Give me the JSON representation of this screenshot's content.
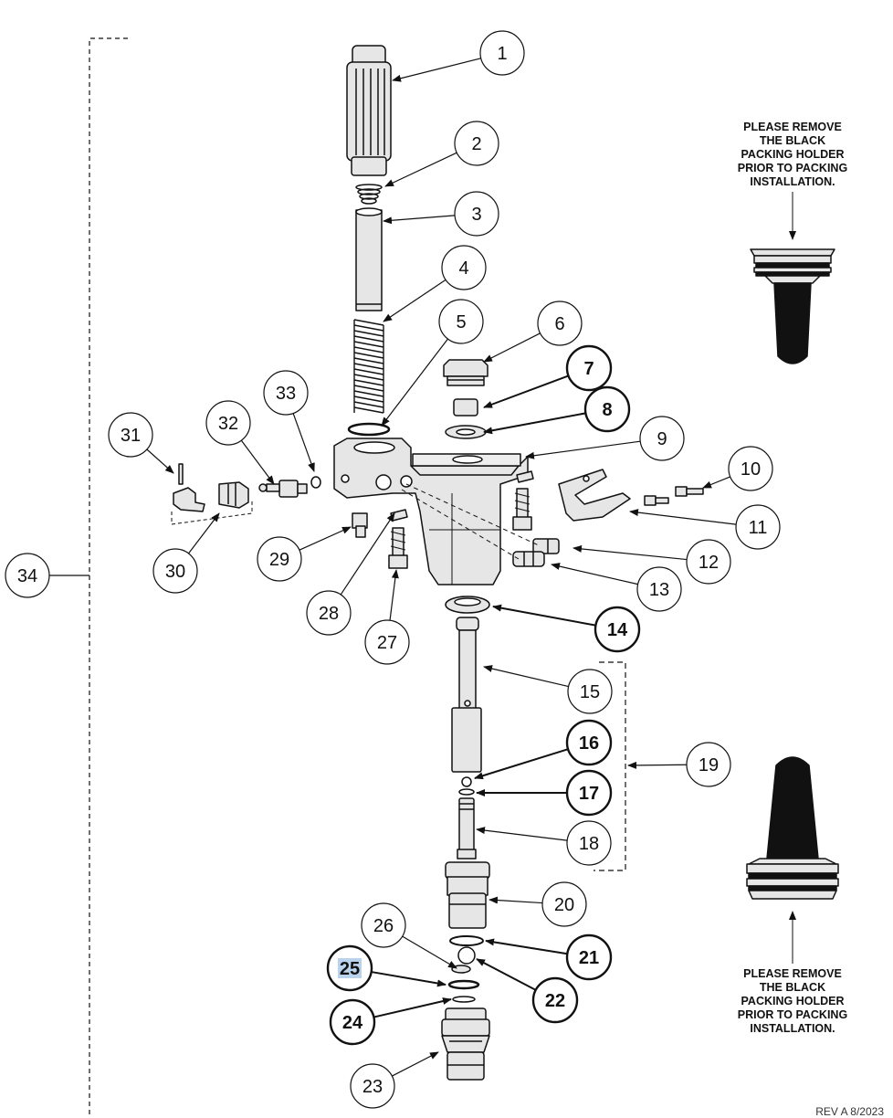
{
  "callouts": [
    {
      "label": "1",
      "bold": false
    },
    {
      "label": "2",
      "bold": false
    },
    {
      "label": "3",
      "bold": false
    },
    {
      "label": "4",
      "bold": false
    },
    {
      "label": "5",
      "bold": false
    },
    {
      "label": "6",
      "bold": false
    },
    {
      "label": "7",
      "bold": true
    },
    {
      "label": "8",
      "bold": true
    },
    {
      "label": "9",
      "bold": false
    },
    {
      "label": "10",
      "bold": false
    },
    {
      "label": "11",
      "bold": false
    },
    {
      "label": "12",
      "bold": false
    },
    {
      "label": "13",
      "bold": false
    },
    {
      "label": "14",
      "bold": true
    },
    {
      "label": "15",
      "bold": false
    },
    {
      "label": "16",
      "bold": true
    },
    {
      "label": "17",
      "bold": true
    },
    {
      "label": "18",
      "bold": false
    },
    {
      "label": "19",
      "bold": false
    },
    {
      "label": "20",
      "bold": false
    },
    {
      "label": "21",
      "bold": true
    },
    {
      "label": "22",
      "bold": true
    },
    {
      "label": "23",
      "bold": false
    },
    {
      "label": "24",
      "bold": true
    },
    {
      "label": "25",
      "bold": true
    },
    {
      "label": "26",
      "bold": false
    },
    {
      "label": "27",
      "bold": false
    },
    {
      "label": "28",
      "bold": false
    },
    {
      "label": "29",
      "bold": false
    },
    {
      "label": "30",
      "bold": false
    },
    {
      "label": "31",
      "bold": false
    },
    {
      "label": "32",
      "bold": false
    },
    {
      "label": "33",
      "bold": false
    },
    {
      "label": "34",
      "bold": false
    }
  ],
  "notes": {
    "top": [
      "PLEASE REMOVE",
      "THE BLACK",
      "PACKING HOLDER",
      "PRIOR TO PACKING",
      "INSTALLATION."
    ],
    "bottom": [
      "PLEASE REMOVE",
      "THE BLACK",
      "PACKING HOLDER",
      "PRIOR TO PACKING",
      "INSTALLATION."
    ]
  },
  "revision": "REV A 8/2023",
  "colors": {
    "line": "#111111",
    "part_fill": "#e6e6e6",
    "packing": "#111111",
    "highlight": "#b9d3ec"
  }
}
